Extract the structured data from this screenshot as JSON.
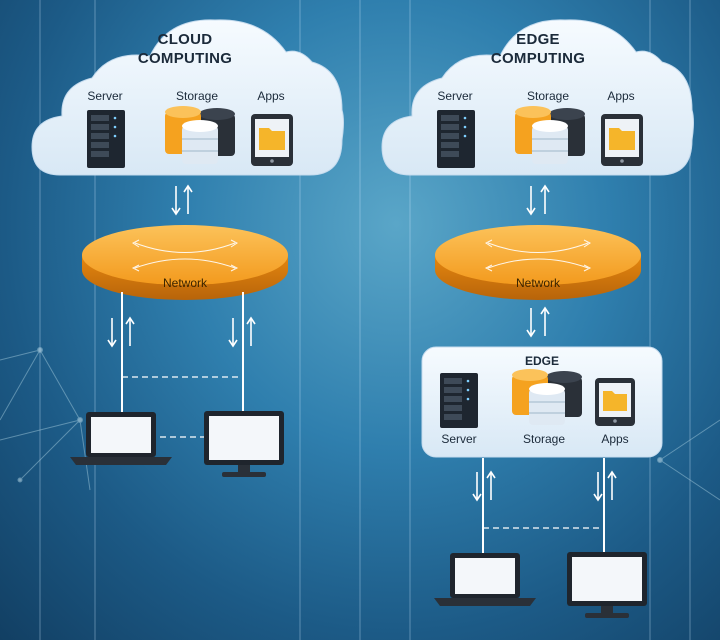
{
  "cloud_panel": {
    "title": "CLOUD\nCOMPUTING",
    "labels": {
      "server": "Server",
      "storage": "Storage",
      "apps": "Apps"
    },
    "network_label": "Network"
  },
  "edge_panel": {
    "title": "EDGE\nCOMPUTING",
    "labels": {
      "server": "Server",
      "storage": "Storage",
      "apps": "Apps"
    },
    "network_label": "Network",
    "edge_box": {
      "title": "EDGE",
      "labels": {
        "server": "Server",
        "storage": "Storage",
        "apps": "Apps"
      }
    }
  },
  "colors": {
    "background": "#2f7fae",
    "cloud_fill": "#e8f2fb",
    "network_orange": "#f39a1e",
    "server_dark": "#1e2630",
    "storage_orange": "#f5a21f",
    "storage_dark": "#2a3038",
    "apps_folder": "#f5b52a"
  },
  "icons": [
    "server-icon",
    "storage-icon",
    "apps-icon",
    "laptop-icon",
    "monitor-icon",
    "network-ring-icon",
    "updown-arrows-icon"
  ]
}
